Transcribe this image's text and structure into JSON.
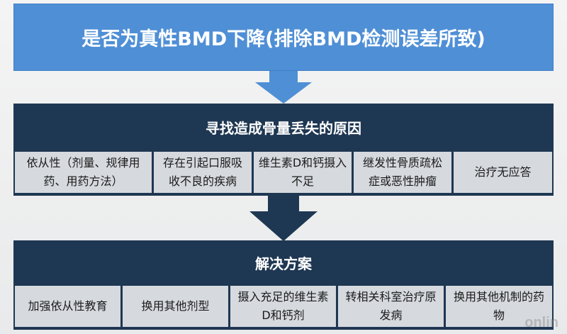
{
  "top": {
    "title": "是否为真性BMD下降(排除BMD检测误差所致)"
  },
  "causes": {
    "header": "寻找造成骨量丢失的原因",
    "items": [
      "依从性（剂量、规律用药、用药方法）",
      "存在引起口服吸收不良的疾病",
      "维生素D和钙摄入不足",
      "继发性骨质疏松症或恶性肿瘤",
      "治疗无应答"
    ]
  },
  "solutions": {
    "header": "解决方案",
    "items": [
      "加强依从性教育",
      "换用其他剂型",
      "摄入充足的维生素D和钙剂",
      "转相关科室治疗原发病",
      "换用其他机制的药物"
    ]
  },
  "watermark": "onlin",
  "colors": {
    "top_box": "#4f8fd6",
    "header": "#1e3752",
    "cell": "#d6d9de",
    "arrow_top": "#4f8fd6",
    "arrow_mid": "#1e3752"
  }
}
